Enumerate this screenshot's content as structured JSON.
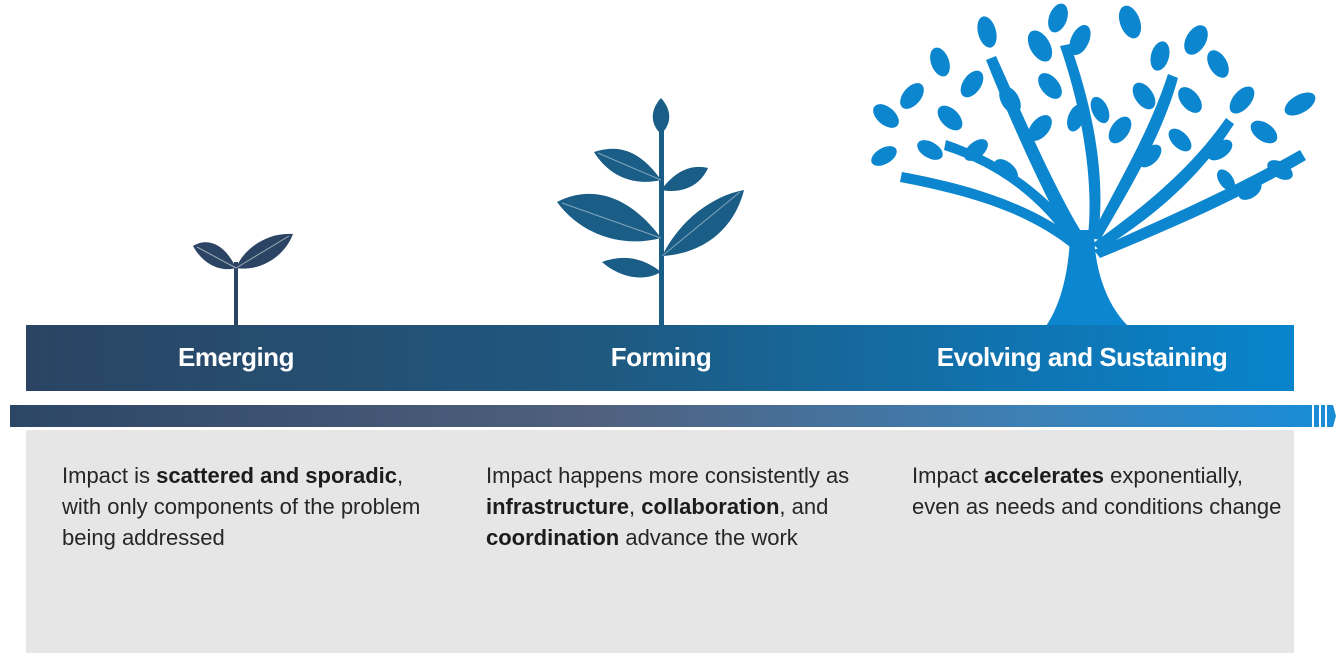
{
  "stages": [
    {
      "label": "Emerging",
      "description": [
        {
          "text": "Impact is "
        },
        {
          "text": "scattered and sporadic",
          "bold": true
        },
        {
          "text": ", with only components of the problem being addressed"
        }
      ]
    },
    {
      "label": "Forming",
      "description": [
        {
          "text": "Impact happens more consistently as "
        },
        {
          "text": "infrastructure",
          "bold": true
        },
        {
          "text": ", "
        },
        {
          "text": "collaboration",
          "bold": true
        },
        {
          "text": ", and "
        },
        {
          "text": "coordination",
          "bold": true
        },
        {
          "text": " advance the work"
        }
      ]
    },
    {
      "label": "Evolving and Sustaining",
      "description": [
        {
          "text": "Impact "
        },
        {
          "text": "accelerates",
          "bold": true
        },
        {
          "text": " exponentially, even as needs and conditions change"
        }
      ]
    }
  ],
  "colors": {
    "sprout": "#2b4463",
    "plant": "#1a5d86",
    "tree": "#0c86cf",
    "panel": "#e6e6e6"
  }
}
